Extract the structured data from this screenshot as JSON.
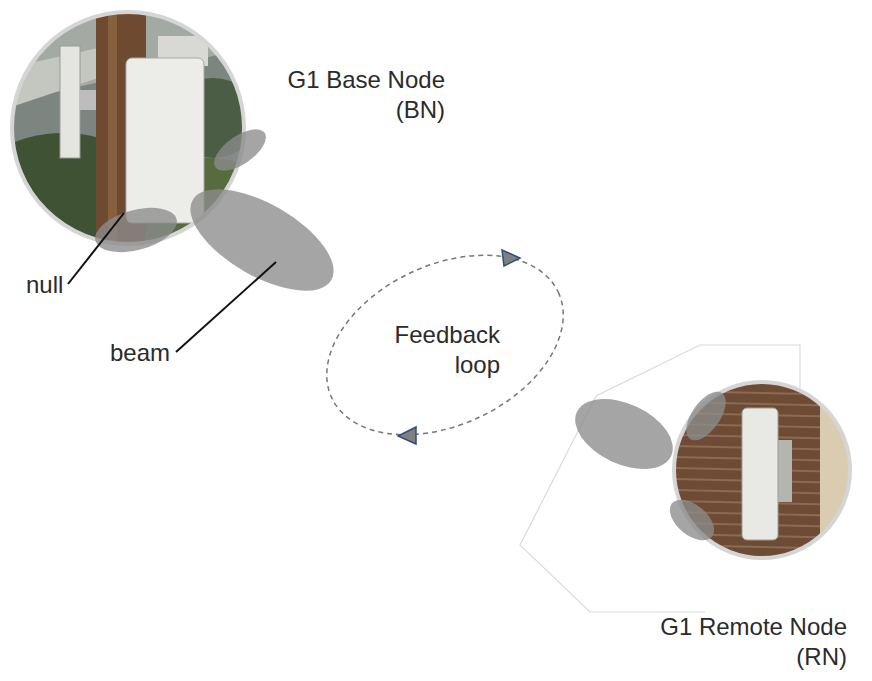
{
  "diagram": {
    "nodes": [
      {
        "text": [
          "G1 Base Node (BN)"
        ]
      },
      {
        "text": [
          "Feedback loop"
        ]
      },
      {
        "text": [
          "G1 Remote Node (RN)"
        ]
      }
    ],
    "labels": [
      "null",
      "beam"
    ]
  }
}
